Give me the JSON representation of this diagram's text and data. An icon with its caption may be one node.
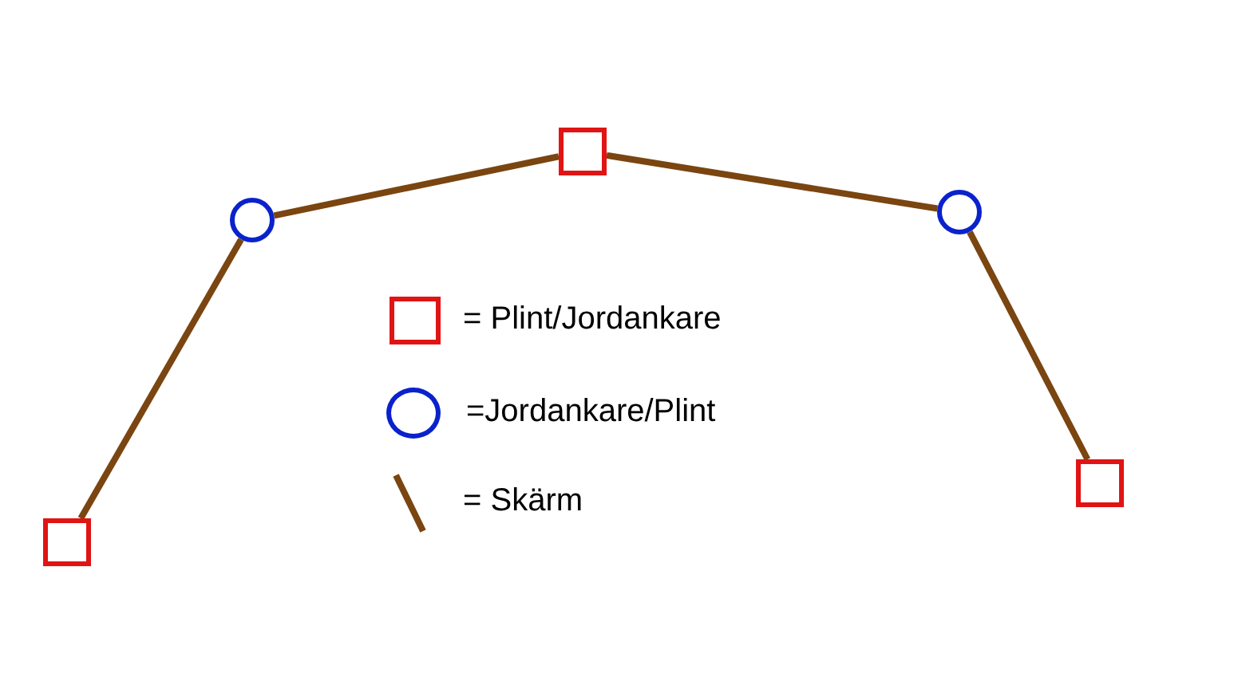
{
  "diagram": {
    "nodes": [
      {
        "text": [],
        "shape": "box"
      },
      {
        "text": [],
        "shape": "circle"
      },
      {
        "text": [],
        "shape": "box"
      },
      {
        "text": [],
        "shape": "circle"
      },
      {
        "text": [],
        "shape": "box"
      }
    ],
    "edges": [
      {
        "from": 0,
        "to": 1,
        "arrow": "none"
      },
      {
        "from": 1,
        "to": 2,
        "arrow": "none"
      },
      {
        "from": 2,
        "to": 3,
        "arrow": "none"
      },
      {
        "from": 3,
        "to": 4,
        "arrow": "none"
      }
    ],
    "legend": [
      {
        "text": "= Plint/Jordankare"
      },
      {
        "text": "=Jordankare/Plint"
      },
      {
        "text": "= Skärm"
      }
    ]
  }
}
